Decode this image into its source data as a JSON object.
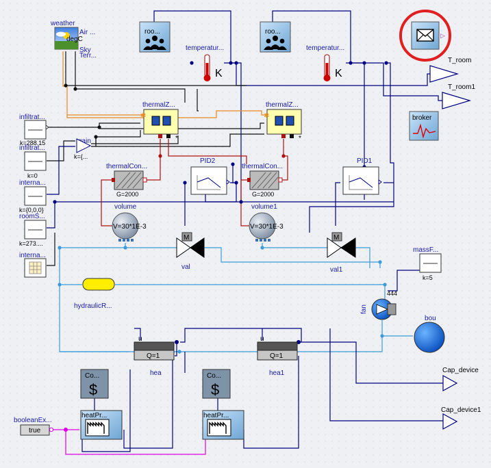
{
  "components": {
    "weather": {
      "name": "weather",
      "port1": "Air ...",
      "port2": "degC",
      "port3": "Sky",
      "port4": "Terr..."
    },
    "roo1": {
      "name": "roo..."
    },
    "roo2": {
      "name": "roo..."
    },
    "temp1": {
      "name": "temperatur...",
      "unit": "K"
    },
    "temp2": {
      "name": "temperatur...",
      "unit": "K"
    },
    "mail": {
      "name": ""
    },
    "t_room": {
      "name": "T_room"
    },
    "t_room1": {
      "name": "T_room1"
    },
    "broker": {
      "name": "broker"
    },
    "infiltrat1": {
      "name": "infiltrat...",
      "param": "k=288.15"
    },
    "infiltrat2": {
      "name": "infiltrat...",
      "param": "k=0"
    },
    "interna1": {
      "name": "interna...",
      "param": "k={0,0,0}"
    },
    "roomS": {
      "name": "roomS...",
      "param": "k=273...."
    },
    "interna2": {
      "name": "interna..."
    },
    "gain": {
      "name": "gain",
      "param": "k={..."
    },
    "thermalZ1": {
      "name": "thermalZ..."
    },
    "thermalZ2": {
      "name": "thermalZ..."
    },
    "thermalCon1": {
      "name": "thermalCon...",
      "param": "G=2000"
    },
    "thermalCon2": {
      "name": "thermalCon...",
      "param": "G=2000"
    },
    "pid2": {
      "name": "PID2"
    },
    "pid1": {
      "name": "PID1"
    },
    "volume": {
      "name": "volume",
      "param": "V=30*1E-3"
    },
    "volume1": {
      "name": "volume1",
      "param": "V=30*1E-3"
    },
    "val": {
      "name": "val",
      "m": "M"
    },
    "val1": {
      "name": "val1",
      "m": "M"
    },
    "massF": {
      "name": "massF...",
      "param": "k=5"
    },
    "hydraulicR": {
      "name": "hydraulicR..."
    },
    "fan": {
      "name": "fan"
    },
    "bou": {
      "name": "bou"
    },
    "hea": {
      "name": "hea",
      "param": "Q=1",
      "port": "u"
    },
    "hea1": {
      "name": "hea1",
      "param": "Q=1",
      "port": "u"
    },
    "cost1": {
      "name": "Co...",
      "symbol": "$"
    },
    "cost2": {
      "name": "Co...",
      "symbol": "$"
    },
    "heatPr1": {
      "name": "heatPr..."
    },
    "heatPr2": {
      "name": "heatPr..."
    },
    "cap_device": {
      "name": "Cap_device"
    },
    "cap_device1": {
      "name": "Cap_device1"
    },
    "booleanEx": {
      "name": "booleanEx...",
      "value": "true"
    }
  },
  "colors": {
    "signal": "#000080",
    "fluid": "#3a9bd8",
    "heat": "#b01010",
    "weatherbus": "#e88a20",
    "boolean": "#e000e0",
    "highlight": "#e02020"
  }
}
